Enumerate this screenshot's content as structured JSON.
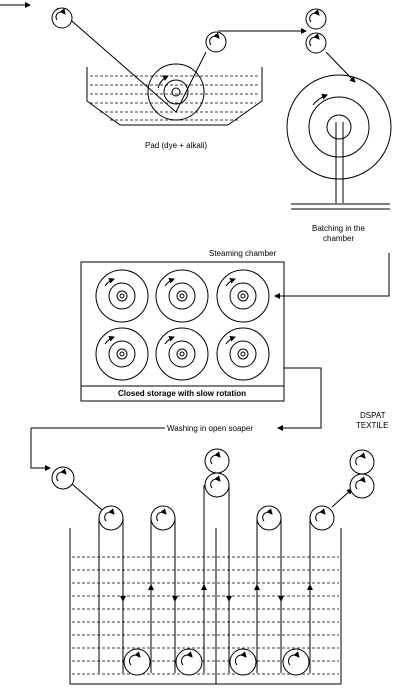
{
  "labels": {
    "pad": "Pad (dye + alkali)",
    "batching_line1": "Batching in the",
    "batching_line2": "chamber",
    "steaming": "Steaming chamber",
    "closed_storage": "Closed storage with slow rotation",
    "washing": "Washing in open soaper",
    "brand_line1": "DSPAT",
    "brand_line2": "TEXTILE"
  },
  "colors": {
    "stroke": "#000000",
    "background": "#ffffff"
  }
}
